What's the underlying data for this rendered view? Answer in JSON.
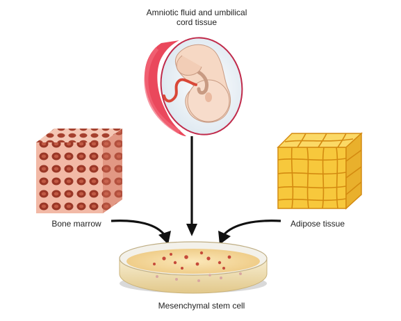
{
  "labels": {
    "amniotic": "Amniotic fluid and umbilical cord tissue",
    "bone_marrow": "Bone marrow",
    "adipose": "Adipose tissue",
    "msc": "Mesenchymal stem cell"
  },
  "colors": {
    "placenta_red": "#e8344a",
    "amnion_fill": "#eef3f8",
    "membrane_ring": "#c02a4a",
    "fetus_skin": "#f6d8c4",
    "umbilical_cord": "#d94838",
    "bone_fill": "#e9a18f",
    "bone_pores": "#a83e2c",
    "adipose_fill": "#f7c83c",
    "adipose_lines": "#d48a10",
    "dish_medium": "#f3d79a",
    "dish_cells": "#c64a3a",
    "arrow": "#111111"
  },
  "icons": [
    "fetus-in-amniotic-sac-icon",
    "bone-marrow-cube-icon",
    "adipose-tissue-cube-icon",
    "petri-dish-icon",
    "arrow-icon"
  ]
}
